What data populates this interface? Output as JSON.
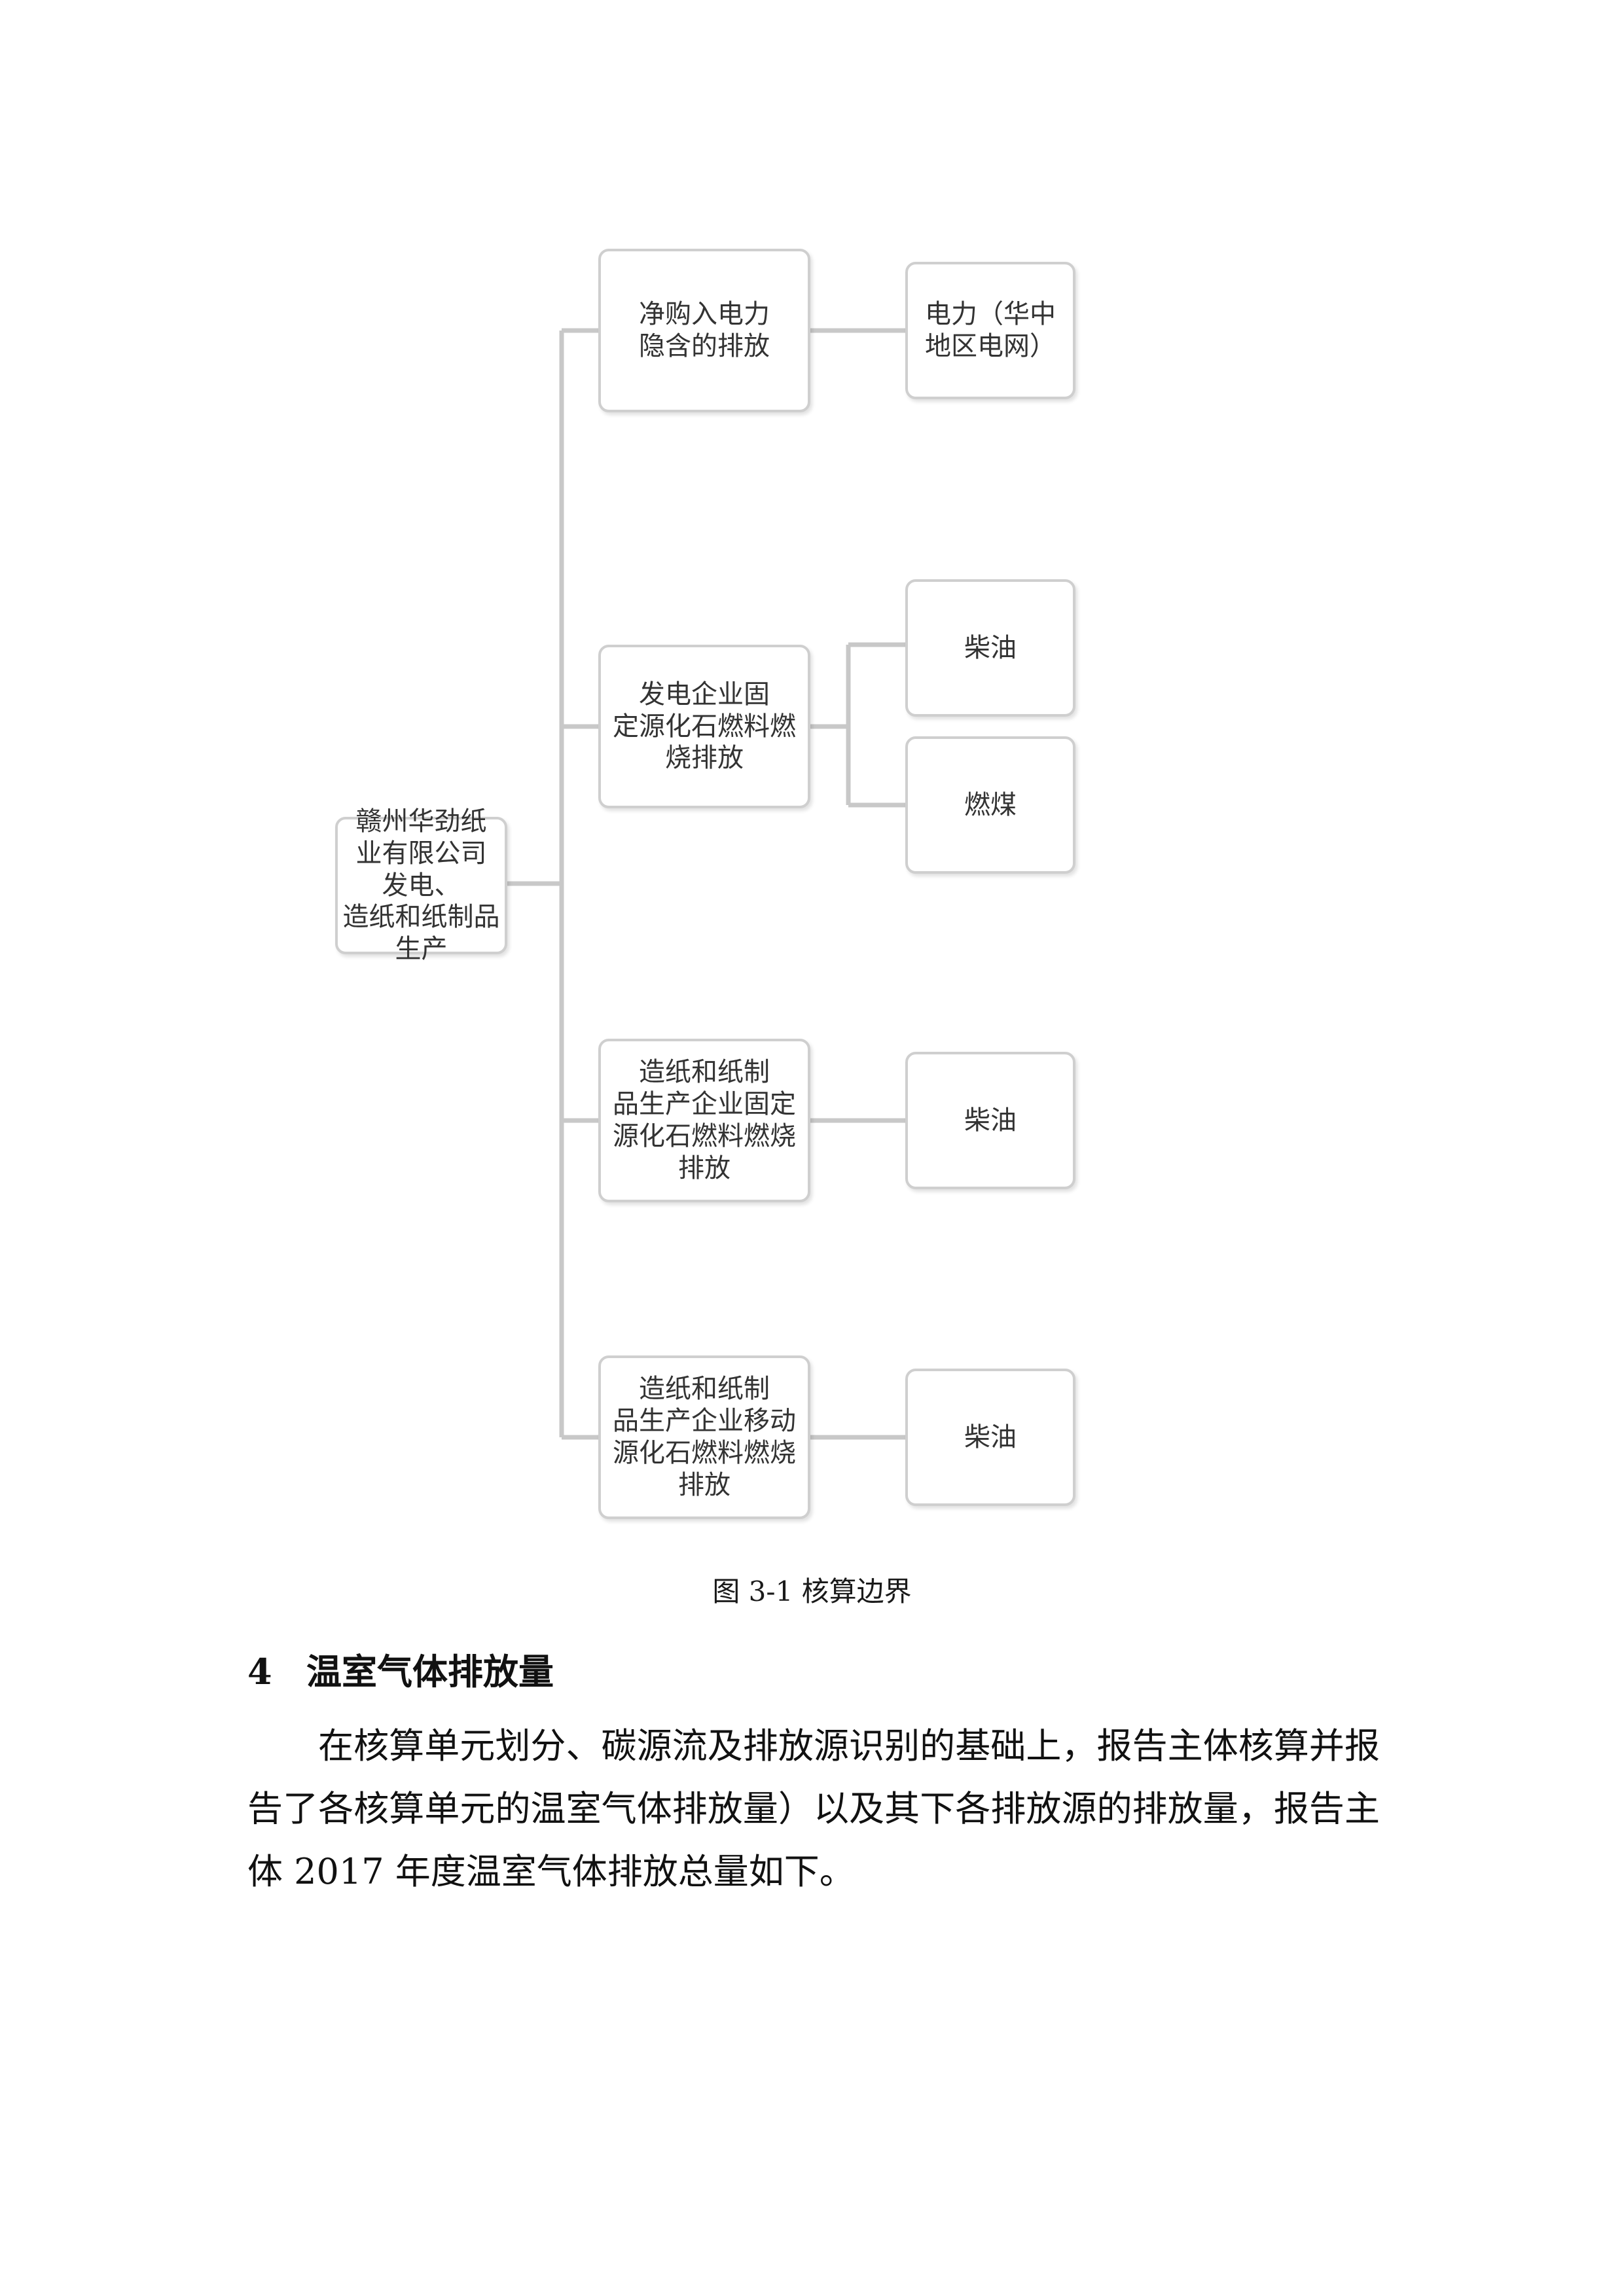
{
  "diagram": {
    "root": "赣州华劲纸\n业有限公司\n发电、\n造纸和纸制品生产",
    "branches": [
      {
        "label": "净购入电力\n隐含的排放",
        "leaves": [
          "电力（华中\n地区电网）"
        ]
      },
      {
        "label": "发电企业固\n定源化石燃料燃\n烧排放",
        "leaves": [
          "柴油",
          "燃煤"
        ]
      },
      {
        "label": "造纸和纸制\n品生产企业固定\n源化石燃料燃烧\n排放",
        "leaves": [
          "柴油"
        ]
      },
      {
        "label": "造纸和纸制\n品生产企业移动\n源化石燃料燃烧\n排放",
        "leaves": [
          "柴油"
        ]
      }
    ]
  },
  "caption": "图 3-1 核算边界",
  "section": {
    "number": "4",
    "title": "温室气体排放量"
  },
  "paragraph": "在核算单元划分、碳源流及排放源识别的基础上，报告主体核算并报告了各核算单元的温室气体排放量）以及其下各排放源的排放量，报告主体 2017 年度温室气体排放总量如下。"
}
